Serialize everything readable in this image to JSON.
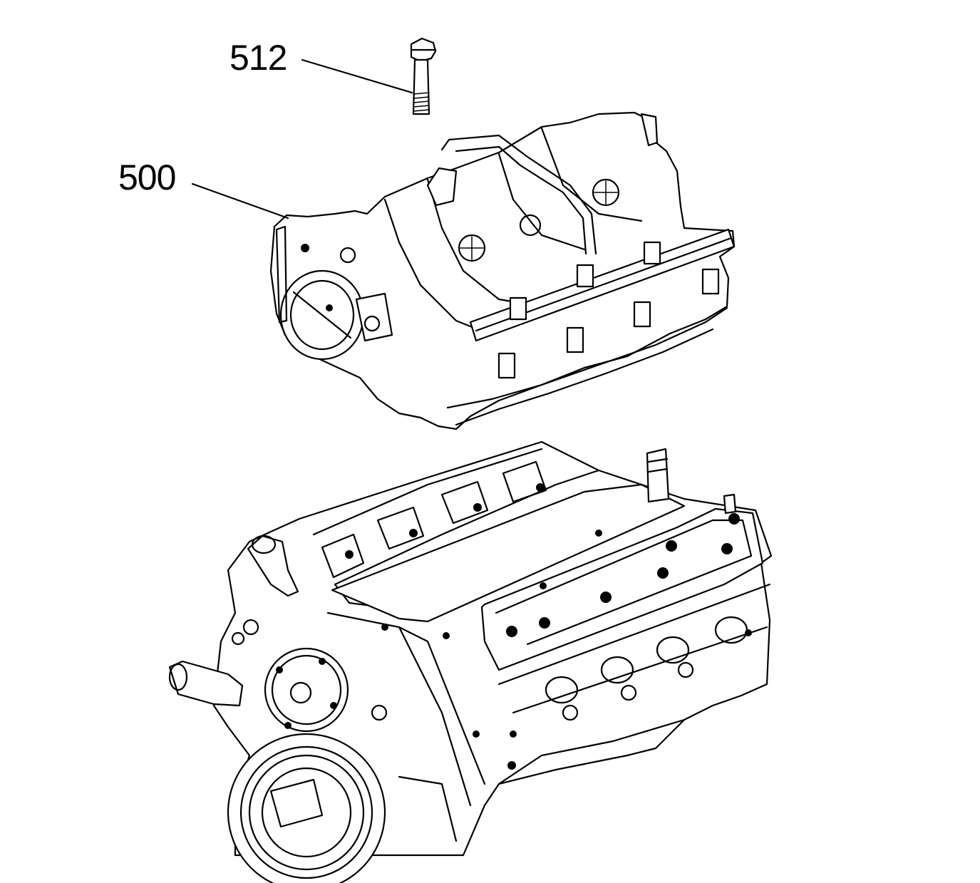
{
  "callouts": [
    {
      "id": "512",
      "label": "512",
      "part_icon": "bolt-icon"
    },
    {
      "id": "500",
      "label": "500",
      "part_icon": "intake-manifold-icon"
    }
  ],
  "illustration": {
    "engine_icon": "engine-block-icon",
    "line_color": "#000000",
    "background": "#ffffff"
  }
}
